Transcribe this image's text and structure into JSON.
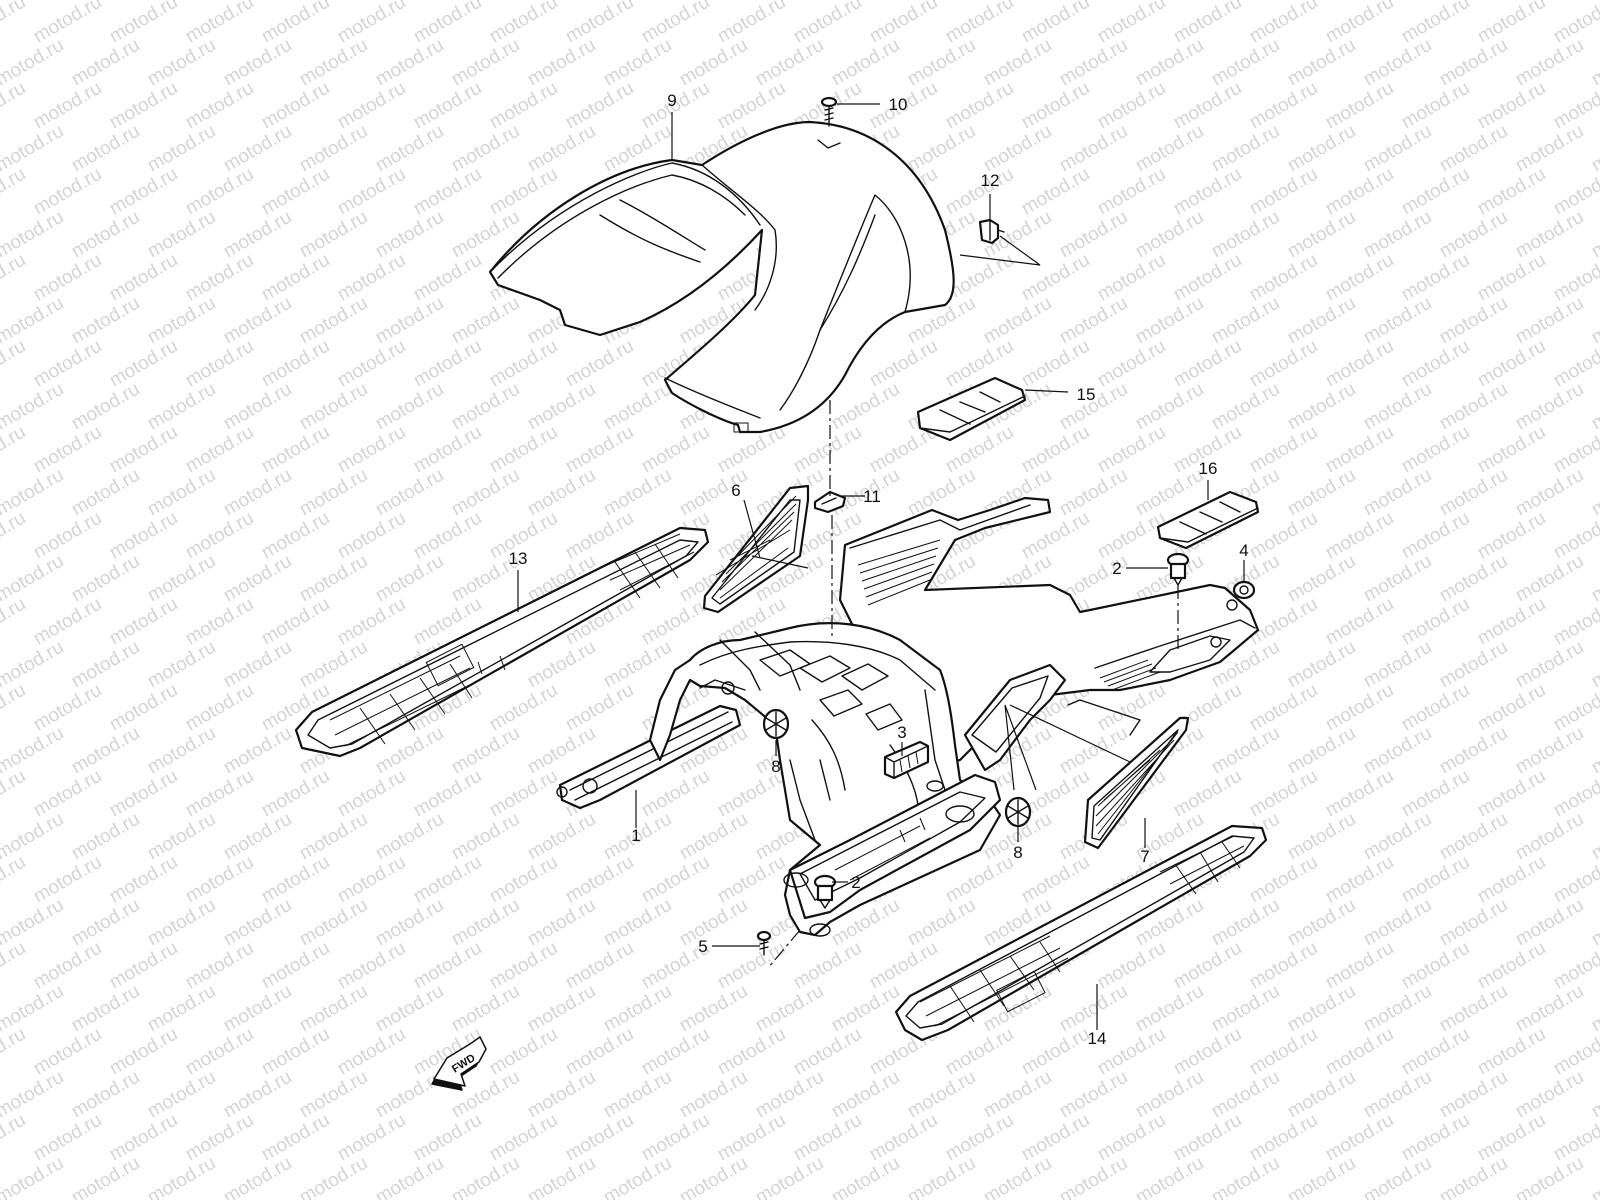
{
  "watermark": {
    "text": "motod.ru"
  },
  "direction_label": "FWD",
  "callouts": {
    "c1": "1",
    "c2a": "2",
    "c2b": "2",
    "c3": "3",
    "c4": "4",
    "c5": "5",
    "c6": "6",
    "c7": "7",
    "c8a": "8",
    "c8b": "8",
    "c9": "9",
    "c10": "10",
    "c11": "11",
    "c12": "12",
    "c13": "13",
    "c14": "14",
    "c15": "15",
    "c16": "16"
  }
}
